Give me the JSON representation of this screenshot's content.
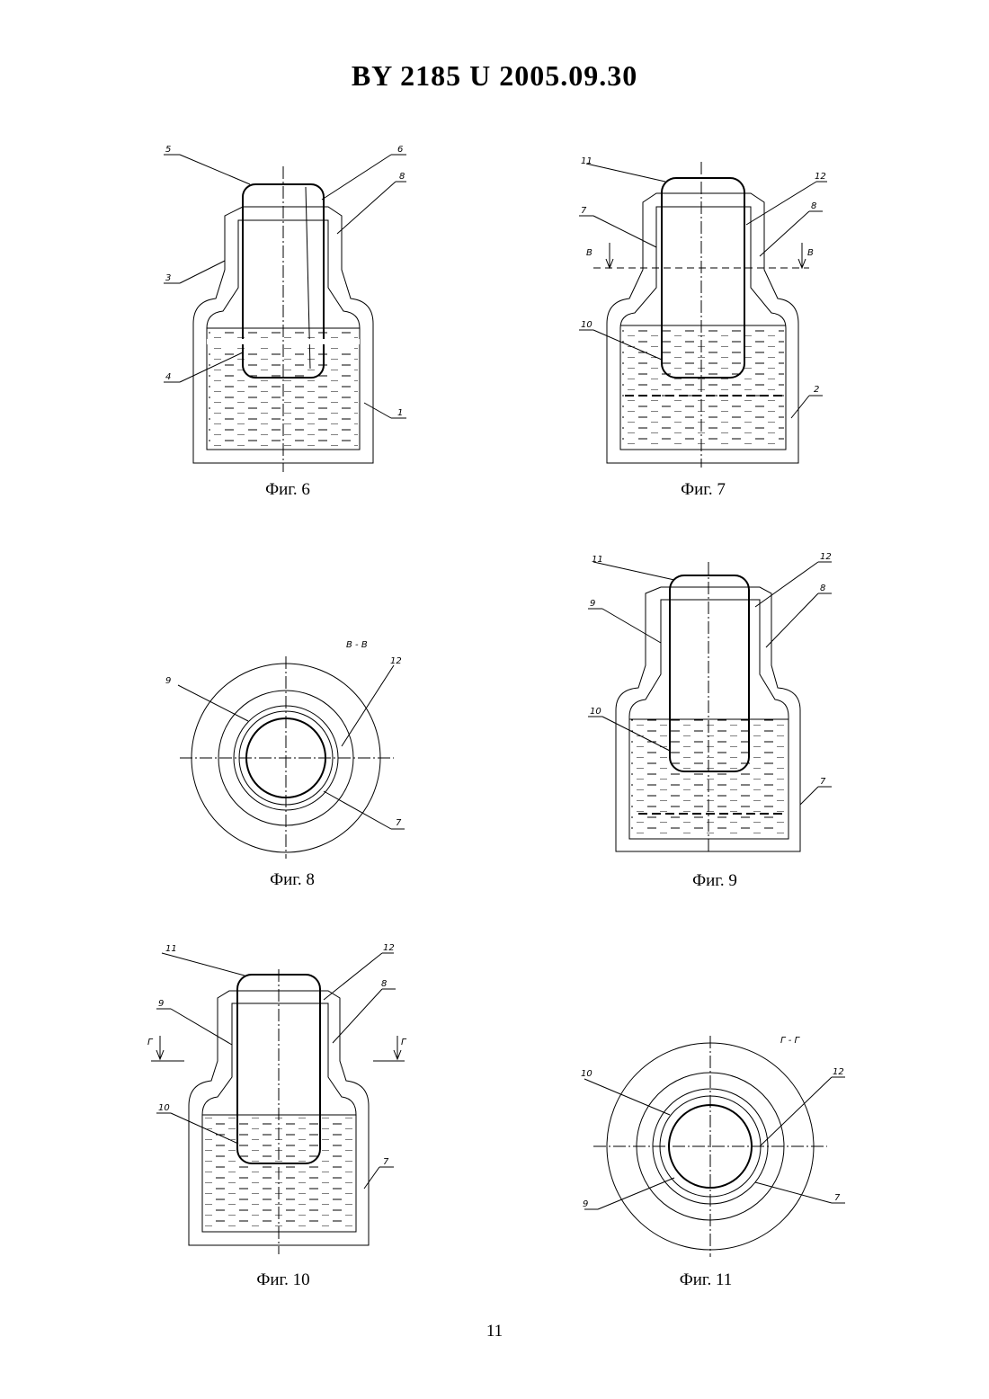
{
  "header": {
    "title": "BY  2185  U  2005.09.30"
  },
  "figures": {
    "fig6": {
      "caption": "Фиг. 6",
      "labels": [
        "5",
        "6",
        "8",
        "3",
        "4",
        "1"
      ]
    },
    "fig7": {
      "caption": "Фиг. 7",
      "labels": [
        "11",
        "12",
        "7",
        "8",
        "10",
        "2",
        "В",
        "В"
      ]
    },
    "fig8": {
      "caption": "Фиг. 8",
      "section": "В - В",
      "labels": [
        "9",
        "12",
        "7"
      ]
    },
    "fig9": {
      "caption": "Фиг. 9",
      "labels": [
        "11",
        "12",
        "9",
        "8",
        "10",
        "7"
      ]
    },
    "fig10": {
      "caption": "Фиг. 10",
      "labels": [
        "11",
        "12",
        "9",
        "8",
        "10",
        "7",
        "Г",
        "Г"
      ]
    },
    "fig11": {
      "caption": "Фиг. 11",
      "section": "Г - Г",
      "labels": [
        "10",
        "12",
        "9",
        "7"
      ]
    }
  },
  "footer": {
    "page_number": "11"
  }
}
